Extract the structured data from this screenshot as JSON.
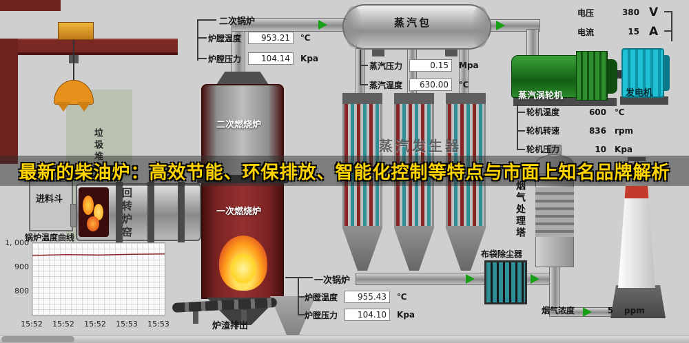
{
  "banner": {
    "text": "最新的柴油炉：高效节能、环保排放、智能化控制等特点与市面上知名品牌解析"
  },
  "colors": {
    "banner_text": "#ffd400",
    "turbine_green": "#1f7a1f",
    "generator_cyan": "#17b3c9",
    "tube_teal": "#2e8f96",
    "furnace_maroon": "#5a1414",
    "flame_orange": "#ff9c1a",
    "arrow_green": "#17a017"
  },
  "equipment": {
    "steam_drum": "蒸汽包",
    "secondary_furnace": "二次燃烧炉",
    "primary_furnace": "一次燃烧炉",
    "steam_generator": "蒸汽发生器",
    "steam_turbine": "蒸汽涡轮机",
    "generator": "发电机",
    "bag_filter": "布袋除尘器",
    "flue_tower": "烟气处理塔",
    "slag_discharge": "炉渣排出",
    "feed_hopper": "进料斗",
    "waste_yard": "垃圾堆场",
    "rotary_kiln": "回转炉窑"
  },
  "readouts": {
    "secondary_boiler": {
      "title": "二次锅炉",
      "rows": [
        {
          "label": "炉膛温度",
          "value": "953.21",
          "unit": "℃"
        },
        {
          "label": "炉膛压力",
          "value": "104.14",
          "unit": "Kpa"
        }
      ]
    },
    "steam_drum": {
      "rows": [
        {
          "label": "蒸汽压力",
          "value": "0.15",
          "unit": "Mpa"
        },
        {
          "label": "蒸汽温度",
          "value": "630.00",
          "unit": "℃"
        }
      ]
    },
    "power": {
      "rows": [
        {
          "label": "电压",
          "value": "380",
          "unit": "V"
        },
        {
          "label": "电流",
          "value": "15",
          "unit": "A"
        }
      ]
    },
    "turbine": {
      "rows": [
        {
          "label": "轮机温度",
          "value": "600",
          "unit": "℃"
        },
        {
          "label": "轮机转速",
          "value": "836",
          "unit": "rpm"
        },
        {
          "label": "轮机压力",
          "value": "10",
          "unit": "Kpa"
        }
      ]
    },
    "primary_boiler": {
      "title": "一次锅炉",
      "rows": [
        {
          "label": "炉膛温度",
          "value": "955.43",
          "unit": "℃"
        },
        {
          "label": "炉膛压力",
          "value": "104.10",
          "unit": "Kpa"
        }
      ]
    },
    "flue": {
      "rows": [
        {
          "label": "烟气浓度",
          "value": "5",
          "unit": "ppm"
        }
      ]
    }
  },
  "chart_data": {
    "type": "line",
    "title": "锅炉温度曲线",
    "x_ticks": [
      "15:52",
      "15:52",
      "15:52",
      "15:53",
      "15:53"
    ],
    "y_ticks": [
      "1, 000",
      "900",
      "800"
    ],
    "ylim": [
      700,
      1000
    ],
    "grid": true,
    "legend": "none",
    "series": [
      {
        "name": "锅炉温度",
        "values": [
          948,
          952,
          950,
          953,
          955
        ]
      }
    ]
  }
}
